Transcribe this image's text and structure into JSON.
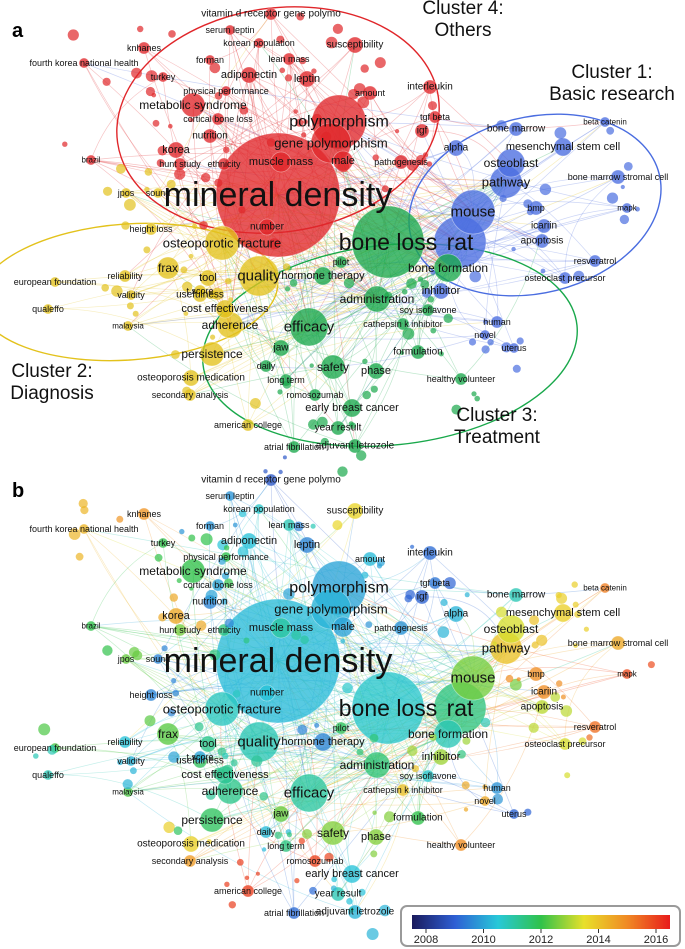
{
  "panels": {
    "a": {
      "label": "a",
      "clusters": [
        {
          "id": 1,
          "title": "Cluster 1:",
          "name": "Basic research",
          "color": "#4a6de0"
        },
        {
          "id": 2,
          "title": "Cluster 2:",
          "name": "Diagnosis",
          "color": "#e3c21c"
        },
        {
          "id": 3,
          "title": "Cluster 3:",
          "name": "Treatment",
          "color": "#19a84b"
        },
        {
          "id": 4,
          "title": "Cluster 4:",
          "name": "Others",
          "color": "#e0262a"
        }
      ]
    },
    "b": {
      "label": "b",
      "colorbar": {
        "ticks": [
          "2008",
          "2010",
          "2012",
          "2014",
          "2016"
        ],
        "colors": [
          "#1a1a5c",
          "#2e5fd4",
          "#28c8d8",
          "#30c24a",
          "#e8e02a",
          "#f08a24",
          "#e81c1c"
        ]
      }
    }
  },
  "terms": [
    {
      "label": "mineral density",
      "cluster": 4,
      "year": 2010.5
    },
    {
      "label": "bone loss",
      "cluster": 3,
      "year": 2010.8
    },
    {
      "label": "rat",
      "cluster": 1,
      "year": 2011.5
    },
    {
      "label": "mouse",
      "cluster": 1,
      "year": 2012.5
    },
    {
      "label": "polymorphism",
      "cluster": 4,
      "year": 2010.2
    },
    {
      "label": "gene polymorphism",
      "cluster": 4,
      "year": 2010.4
    },
    {
      "label": "quality",
      "cluster": 2,
      "year": 2011.0
    },
    {
      "label": "efficacy",
      "cluster": 3,
      "year": 2011.2
    },
    {
      "label": "osteoporotic fracture",
      "cluster": 2,
      "year": 2010.9
    },
    {
      "label": "pathway",
      "cluster": 1,
      "year": 2013.8
    },
    {
      "label": "osteoblast",
      "cluster": 1,
      "year": 2013.2
    },
    {
      "label": "bone formation",
      "cluster": 3,
      "year": 2011.0
    },
    {
      "label": "administration",
      "cluster": 3,
      "year": 2011.6
    },
    {
      "label": "adherence",
      "cluster": 2,
      "year": 2011.4
    },
    {
      "label": "persistence",
      "cluster": 2,
      "year": 2011.8
    },
    {
      "label": "safety",
      "cluster": 3,
      "year": 2012.6
    },
    {
      "label": "metabolic syndrome",
      "cluster": 4,
      "year": 2012.0
    },
    {
      "label": "frax",
      "cluster": 2,
      "year": 2012.3
    },
    {
      "label": "vitamin d receptor gene polymo",
      "cluster": 4,
      "year": 2009.2
    },
    {
      "label": "serum leptin",
      "cluster": 4,
      "year": 2010.0
    },
    {
      "label": "korean population",
      "cluster": 4,
      "year": 2010.8
    },
    {
      "label": "susceptibility",
      "cluster": 4,
      "year": 2013.5
    },
    {
      "label": "knhanes",
      "cluster": 4,
      "year": 2014.5
    },
    {
      "label": "lean mass",
      "cluster": 4,
      "year": 2011.0
    },
    {
      "label": "fourth korea national health",
      "cluster": 4,
      "year": 2014.0
    },
    {
      "label": "forman",
      "cluster": 4,
      "year": 2010.0
    },
    {
      "label": "turkey",
      "cluster": 4,
      "year": 2012.0
    },
    {
      "label": "adiponectin",
      "cluster": 4,
      "year": 2010.6
    },
    {
      "label": "leptin",
      "cluster": 4,
      "year": 2009.8
    },
    {
      "label": "physical performance",
      "cluster": 4,
      "year": 2012.0
    },
    {
      "label": "amount",
      "cluster": 4,
      "year": 2010.5
    },
    {
      "label": "interleukin",
      "cluster": 4,
      "year": 2009.5
    },
    {
      "label": "cortical bone loss",
      "cluster": 4,
      "year": 2010.2
    },
    {
      "label": "tgf beta",
      "cluster": 4,
      "year": 2009.6
    },
    {
      "label": "igf",
      "cluster": 4,
      "year": 2009.4
    },
    {
      "label": "nutrition",
      "cluster": 4,
      "year": 2009.8
    },
    {
      "label": "bone marrow",
      "cluster": 1,
      "year": 2011.0
    },
    {
      "label": "beta catenin",
      "cluster": 1,
      "year": 2014.8
    },
    {
      "label": "korea",
      "cluster": 4,
      "year": 2014.2
    },
    {
      "label": "alpha",
      "cluster": 1,
      "year": 2010.4
    },
    {
      "label": "mesenchymal stem cell",
      "cluster": 1,
      "year": 2013.6
    },
    {
      "label": "brazil",
      "cluster": 4,
      "year": 2012.0
    },
    {
      "label": "hunt study",
      "cluster": 4,
      "year": 2012.5
    },
    {
      "label": "ethnicity",
      "cluster": 4,
      "year": 2011.5
    },
    {
      "label": "muscle mass",
      "cluster": 4,
      "year": 2011.2
    },
    {
      "label": "male",
      "cluster": 4,
      "year": 2010.2
    },
    {
      "label": "pathogenesis",
      "cluster": 4,
      "year": 2010.0
    },
    {
      "label": "bone marrow stromal cell",
      "cluster": 1,
      "year": 2014.2
    },
    {
      "label": "jpos",
      "cluster": 2,
      "year": 2012.4
    },
    {
      "label": "sound",
      "cluster": 2,
      "year": 2009.8
    },
    {
      "label": "bmp",
      "cluster": 1,
      "year": 2014.6
    },
    {
      "label": "mapk",
      "cluster": 1,
      "year": 2015.4
    },
    {
      "label": "number",
      "cluster": 4,
      "year": 2010.6
    },
    {
      "label": "icariin",
      "cluster": 1,
      "year": 2014.6
    },
    {
      "label": "height loss",
      "cluster": 2,
      "year": 2009.8
    },
    {
      "label": "apoptosis",
      "cluster": 1,
      "year": 2013.0
    },
    {
      "label": "resveratrol",
      "cluster": 1,
      "year": 2015.0
    },
    {
      "label": "t score",
      "cluster": 2,
      "year": 2010.2
    },
    {
      "label": "pilot",
      "cluster": 3,
      "year": 2011.8
    },
    {
      "label": "hormone therapy",
      "cluster": 3,
      "year": 2009.8
    },
    {
      "label": "european foundation",
      "cluster": 2,
      "year": 2012.2
    },
    {
      "label": "reliability",
      "cluster": 2,
      "year": 2010.6
    },
    {
      "label": "tool",
      "cluster": 2,
      "year": 2011.4
    },
    {
      "label": "osteoclast precursor",
      "cluster": 1,
      "year": 2013.2
    },
    {
      "label": "validity",
      "cluster": 2,
      "year": 2010.4
    },
    {
      "label": "usefulness",
      "cluster": 2,
      "year": 2011.8
    },
    {
      "label": "inhibitor",
      "cluster": 1,
      "year": 2012.8
    },
    {
      "label": "qualeffo",
      "cluster": 2,
      "year": 2011.0
    },
    {
      "label": "cost effectiveness",
      "cluster": 2,
      "year": 2011.3
    },
    {
      "label": "malaysia",
      "cluster": 2,
      "year": 2012.2
    },
    {
      "label": "soy isoflavone",
      "cluster": 3,
      "year": 2010.8
    },
    {
      "label": "human",
      "cluster": 1,
      "year": 2010.0
    },
    {
      "label": "cathepsin k inhibitor",
      "cluster": 3,
      "year": 2013.8
    },
    {
      "label": "novel",
      "cluster": 1,
      "year": 2014.2
    },
    {
      "label": "uterus",
      "cluster": 1,
      "year": 2009.4
    },
    {
      "label": "jaw",
      "cluster": 3,
      "year": 2012.4
    },
    {
      "label": "formulation",
      "cluster": 3,
      "year": 2012.0
    },
    {
      "label": "osteoporosis medication",
      "cluster": 2,
      "year": 2013.6
    },
    {
      "label": "daily",
      "cluster": 3,
      "year": 2010.5
    },
    {
      "label": "phase",
      "cluster": 3,
      "year": 2012.6
    },
    {
      "label": "long term",
      "cluster": 3,
      "year": 2011.5
    },
    {
      "label": "healthy volunteer",
      "cluster": 3,
      "year": 2014.6
    },
    {
      "label": "secondary analysis",
      "cluster": 2,
      "year": 2014.4
    },
    {
      "label": "romosozumab",
      "cluster": 3,
      "year": 2015.5
    },
    {
      "label": "early breast cancer",
      "cluster": 3,
      "year": 2010.6
    },
    {
      "label": "american college",
      "cluster": 2,
      "year": 2015.6
    },
    {
      "label": "year result",
      "cluster": 3,
      "year": 2011.0
    },
    {
      "label": "atrial fibrillation",
      "cluster": 3,
      "year": 2009.5
    },
    {
      "label": "adjuvant letrozole",
      "cluster": 3,
      "year": 2010.4
    }
  ]
}
